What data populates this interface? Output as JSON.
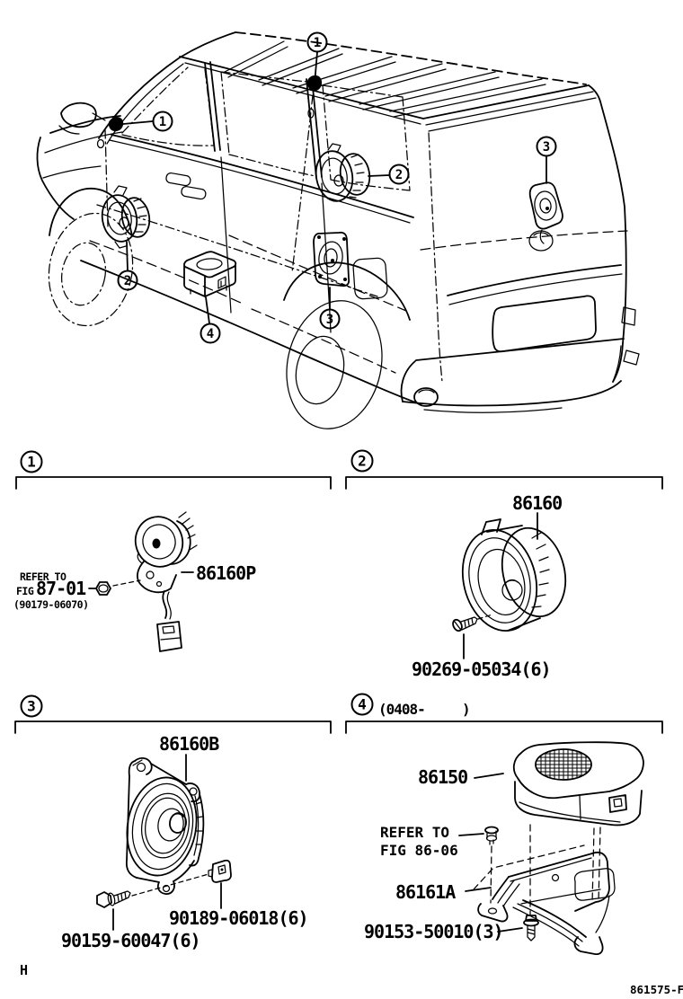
{
  "diagram": {
    "title_semantic": "speaker-parts-diagram",
    "vehicle": {
      "callouts": {
        "c1a": "1",
        "c1b": "1",
        "c2a": "2",
        "c2b": "2",
        "c3a": "3",
        "c3b": "3",
        "c4": "4"
      }
    },
    "sections": {
      "s1": {
        "num": "1",
        "part": "86160P",
        "refer1": "REFER TO",
        "refer2a": "FIG",
        "refer2b": "87-01",
        "refer3": "(90179-06070)"
      },
      "s2": {
        "num": "2",
        "part": "86160",
        "screw": "90269-05034(6)"
      },
      "s3": {
        "num": "3",
        "part": "86160B",
        "bolt": "90159-60047(6)",
        "spacer": "90189-06018(6)"
      },
      "s4": {
        "num": "4",
        "note_open": "(0408-",
        "note_close": ")",
        "cover": "86150",
        "refer1": "REFER TO",
        "refer2": "FIG 86-06",
        "bracket": "86161A",
        "screw": "90153-50010(3)"
      }
    },
    "footer": {
      "page_mark": "H",
      "figure_code": "861575-F"
    }
  }
}
